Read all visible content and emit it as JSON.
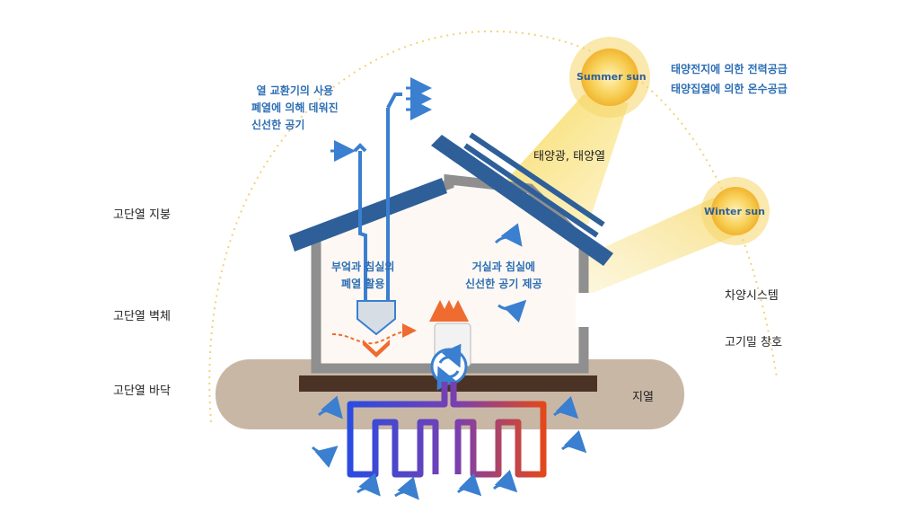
{
  "labels": {
    "roof": "고단열 지붕",
    "wall": "고단열 벽체",
    "floor": "고단열 바닥",
    "geothermal": "지열",
    "sunlight_heat": "태양광, 태양열",
    "shading": "차양시스템",
    "windows": "고기밀 창호",
    "solar_power_line1": "태양전지에 의한 전력공급",
    "solar_power_line2": "태양집열에 의한 온수공급",
    "summer_sun": "Summer sun",
    "winter_sun": "Winter sun",
    "fresh_air_line1": "열 교환기의 사용",
    "fresh_air_line2": "폐열에 의해 데워진",
    "fresh_air_line3": "신선한 공기",
    "kitchen_line1": "부엌과 침실의",
    "kitchen_line2": "폐열 활용",
    "living_line1": "거실과 침실에",
    "living_line2": "신선한 공기 제공"
  },
  "colors": {
    "text_blue": "#2e6fb5",
    "roof_blue": "#2e5f99",
    "wall_gray": "#8f8f8f",
    "ground": "#c9b7a6",
    "slab": "#4a3324",
    "sun": "#f2c14e",
    "pipe_hot": "#e0461f",
    "pipe_cold": "#2d4fd6"
  }
}
